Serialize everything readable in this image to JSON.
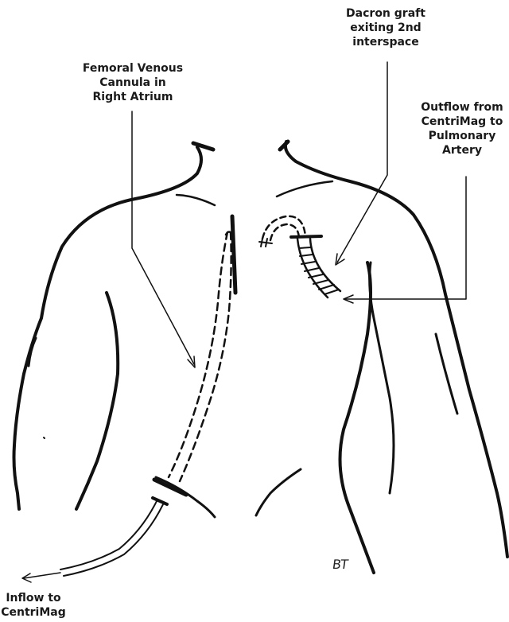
{
  "labels": {
    "dacron_graft": "Dacron graft\nexiting 2nd\ninterspace",
    "femoral_cannula": "Femoral Venous\nCannula in\nRight Atrium",
    "outflow": "Outflow from\nCentriMag to\nPulmonary\nArtery",
    "inflow": "Inflow to\nCentriMag"
  },
  "signature": "BT",
  "colors": {
    "ink": "#111111",
    "background": "#ffffff"
  }
}
